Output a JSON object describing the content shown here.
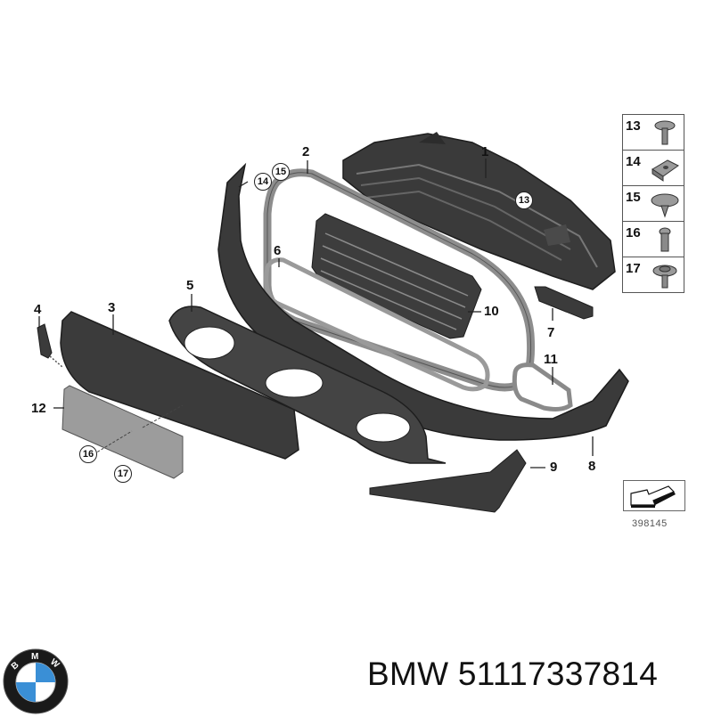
{
  "diagram": {
    "type": "parts-exploded-view",
    "callouts": [
      {
        "id": "1",
        "label": "1"
      },
      {
        "id": "2",
        "label": "2"
      },
      {
        "id": "3",
        "label": "3"
      },
      {
        "id": "4",
        "label": "4"
      },
      {
        "id": "5",
        "label": "5"
      },
      {
        "id": "6",
        "label": "6"
      },
      {
        "id": "7",
        "label": "7"
      },
      {
        "id": "8",
        "label": "8"
      },
      {
        "id": "9",
        "label": "9"
      },
      {
        "id": "10",
        "label": "10"
      },
      {
        "id": "11",
        "label": "11"
      },
      {
        "id": "12",
        "label": "12"
      }
    ],
    "circled_callouts": [
      {
        "label": "14"
      },
      {
        "label": "15"
      },
      {
        "label": "13"
      },
      {
        "label": "16"
      },
      {
        "label": "17"
      }
    ],
    "hardware_legend": [
      {
        "number": "13",
        "icon": "screw-with-washer-icon"
      },
      {
        "number": "14",
        "icon": "clip-nut-icon"
      },
      {
        "number": "15",
        "icon": "expanding-rivet-icon"
      },
      {
        "number": "16",
        "icon": "bolt-icon"
      },
      {
        "number": "17",
        "icon": "flange-screw-icon"
      }
    ],
    "reference_number": "398145",
    "direction_icon": "forward-arrow-icon"
  },
  "caption": {
    "brand": "BMW",
    "part_number": "51117337814",
    "text": "BMW 51117337814"
  },
  "logo": {
    "letters": [
      "B",
      "M",
      "W"
    ],
    "colors": {
      "ring": "#1a1a1a",
      "blue": "#3a8fd6",
      "white": "#ffffff"
    }
  },
  "colors": {
    "part_dark": "#3b3b3b",
    "part_mid": "#6c6c6c",
    "part_light": "#a9a9a9",
    "plate_gray": "#9c9c9c",
    "line": "#222222"
  }
}
